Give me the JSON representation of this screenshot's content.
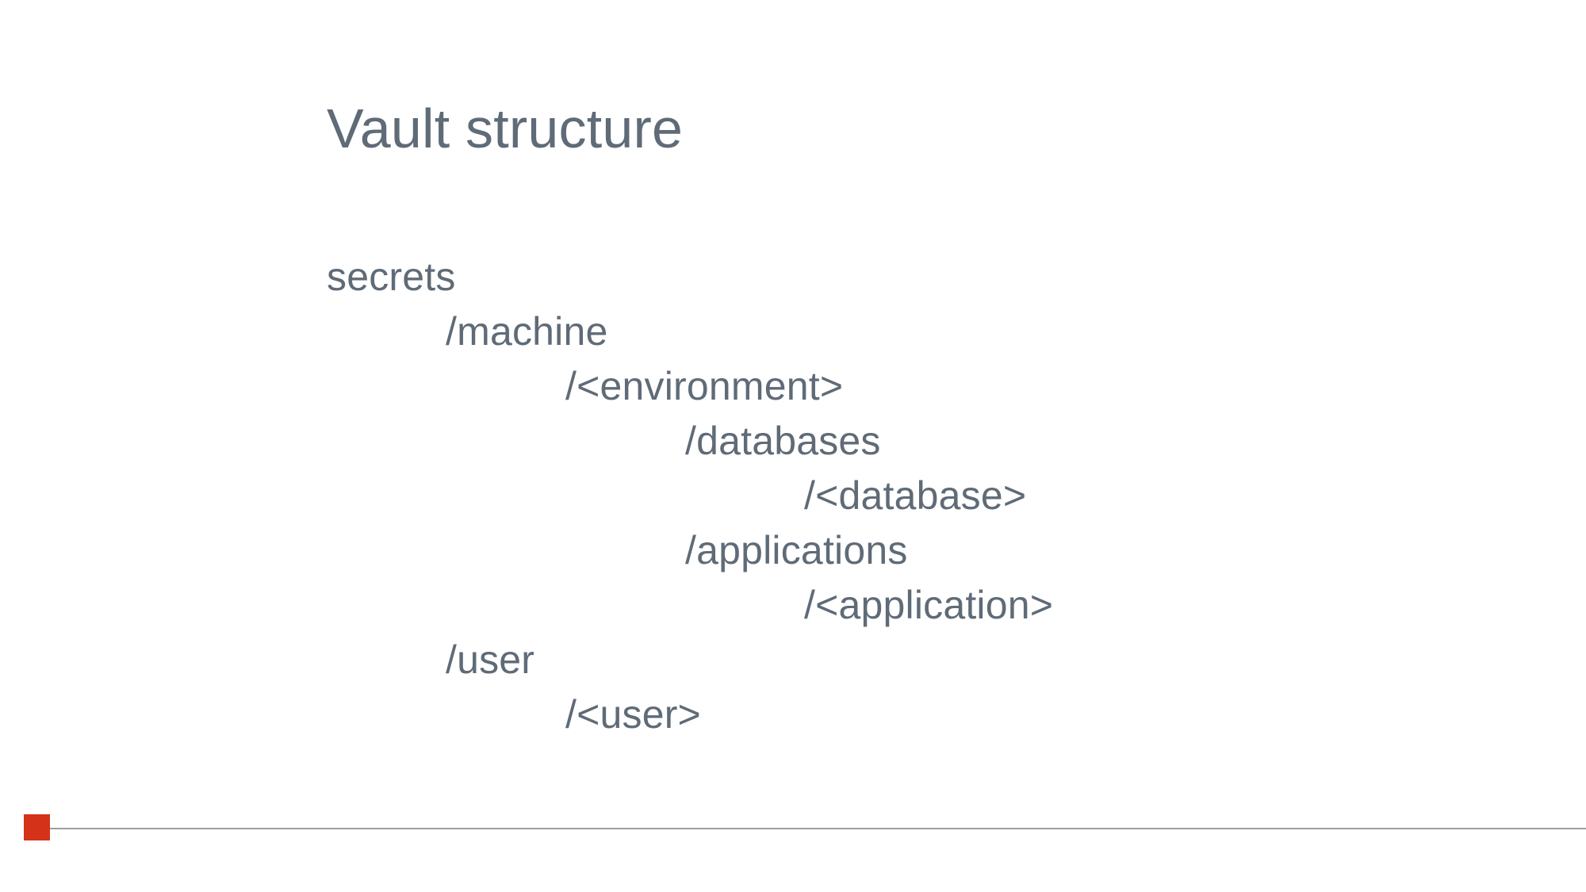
{
  "slide": {
    "title": "Vault structure",
    "background_color": "#ffffff",
    "text_color": "#5f6b77"
  },
  "tree": {
    "lines": [
      {
        "text": "secrets",
        "indent": 0
      },
      {
        "text": "/machine",
        "indent": 1
      },
      {
        "text": "/<environment>",
        "indent": 2
      },
      {
        "text": "/databases",
        "indent": 3
      },
      {
        "text": "/<database>",
        "indent": 4
      },
      {
        "text": "/applications",
        "indent": 3
      },
      {
        "text": "/<application>",
        "indent": 4
      },
      {
        "text": "/user",
        "indent": 1
      },
      {
        "text": "/<user>",
        "indent": 2
      }
    ]
  },
  "footer": {
    "accent_square_color": "#d4331a",
    "rule_color": "#9d9d9d"
  }
}
